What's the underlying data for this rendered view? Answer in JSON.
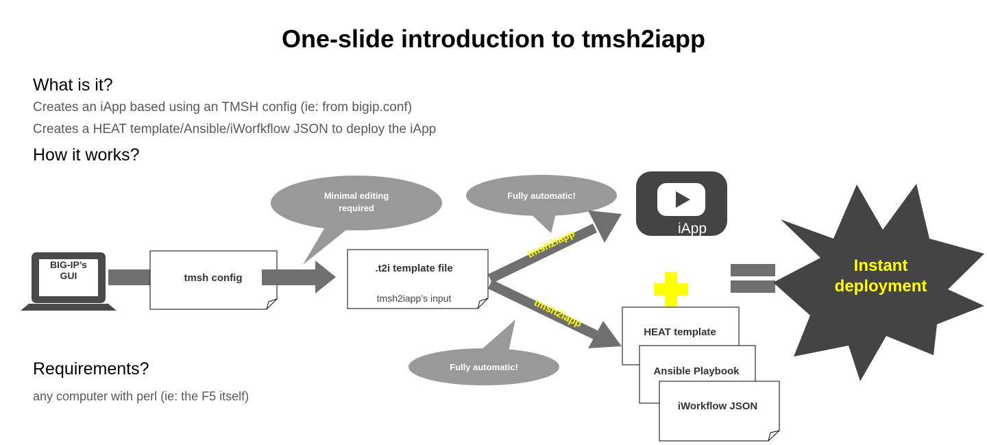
{
  "title": "One-slide introduction to tmsh2iapp",
  "what_is_it": {
    "heading": "What is it?",
    "lines": [
      "Creates an iApp based using an TMSH config (ie: from bigip.conf)",
      "Creates a HEAT template/Ansible/iWorfkflow JSON to deploy the iApp"
    ]
  },
  "how_it_works": {
    "heading": "How it works?"
  },
  "requirements": {
    "heading": "Requirements?",
    "line": "any computer with perl (ie: the F5 itself)"
  },
  "diagram": {
    "laptop_label": [
      "BIG-IP’s",
      "GUI"
    ],
    "tmsh_config": "tmsh config",
    "t2i_file": {
      "title": ".t2i template file",
      "subtitle": "tmsh2iapp’s input"
    },
    "bubble_minimal": [
      "Minimal editing",
      "required"
    ],
    "bubble_auto_top": "Fully automatic!",
    "bubble_auto_bottom": "Fully automatic!",
    "arrow_label_top": "tmsh2iapp",
    "arrow_label_bottom": "tmsh2iapp",
    "iapp_label": "iApp",
    "outputs": [
      "HEAT template",
      "Ansible Playbook",
      "iWorkflow JSON"
    ],
    "result": [
      "Instant",
      "deployment"
    ]
  },
  "colors": {
    "arrow": "#6f6f6f",
    "bubble": "#999999",
    "dark": "#444444",
    "highlight": "#ffff00"
  }
}
